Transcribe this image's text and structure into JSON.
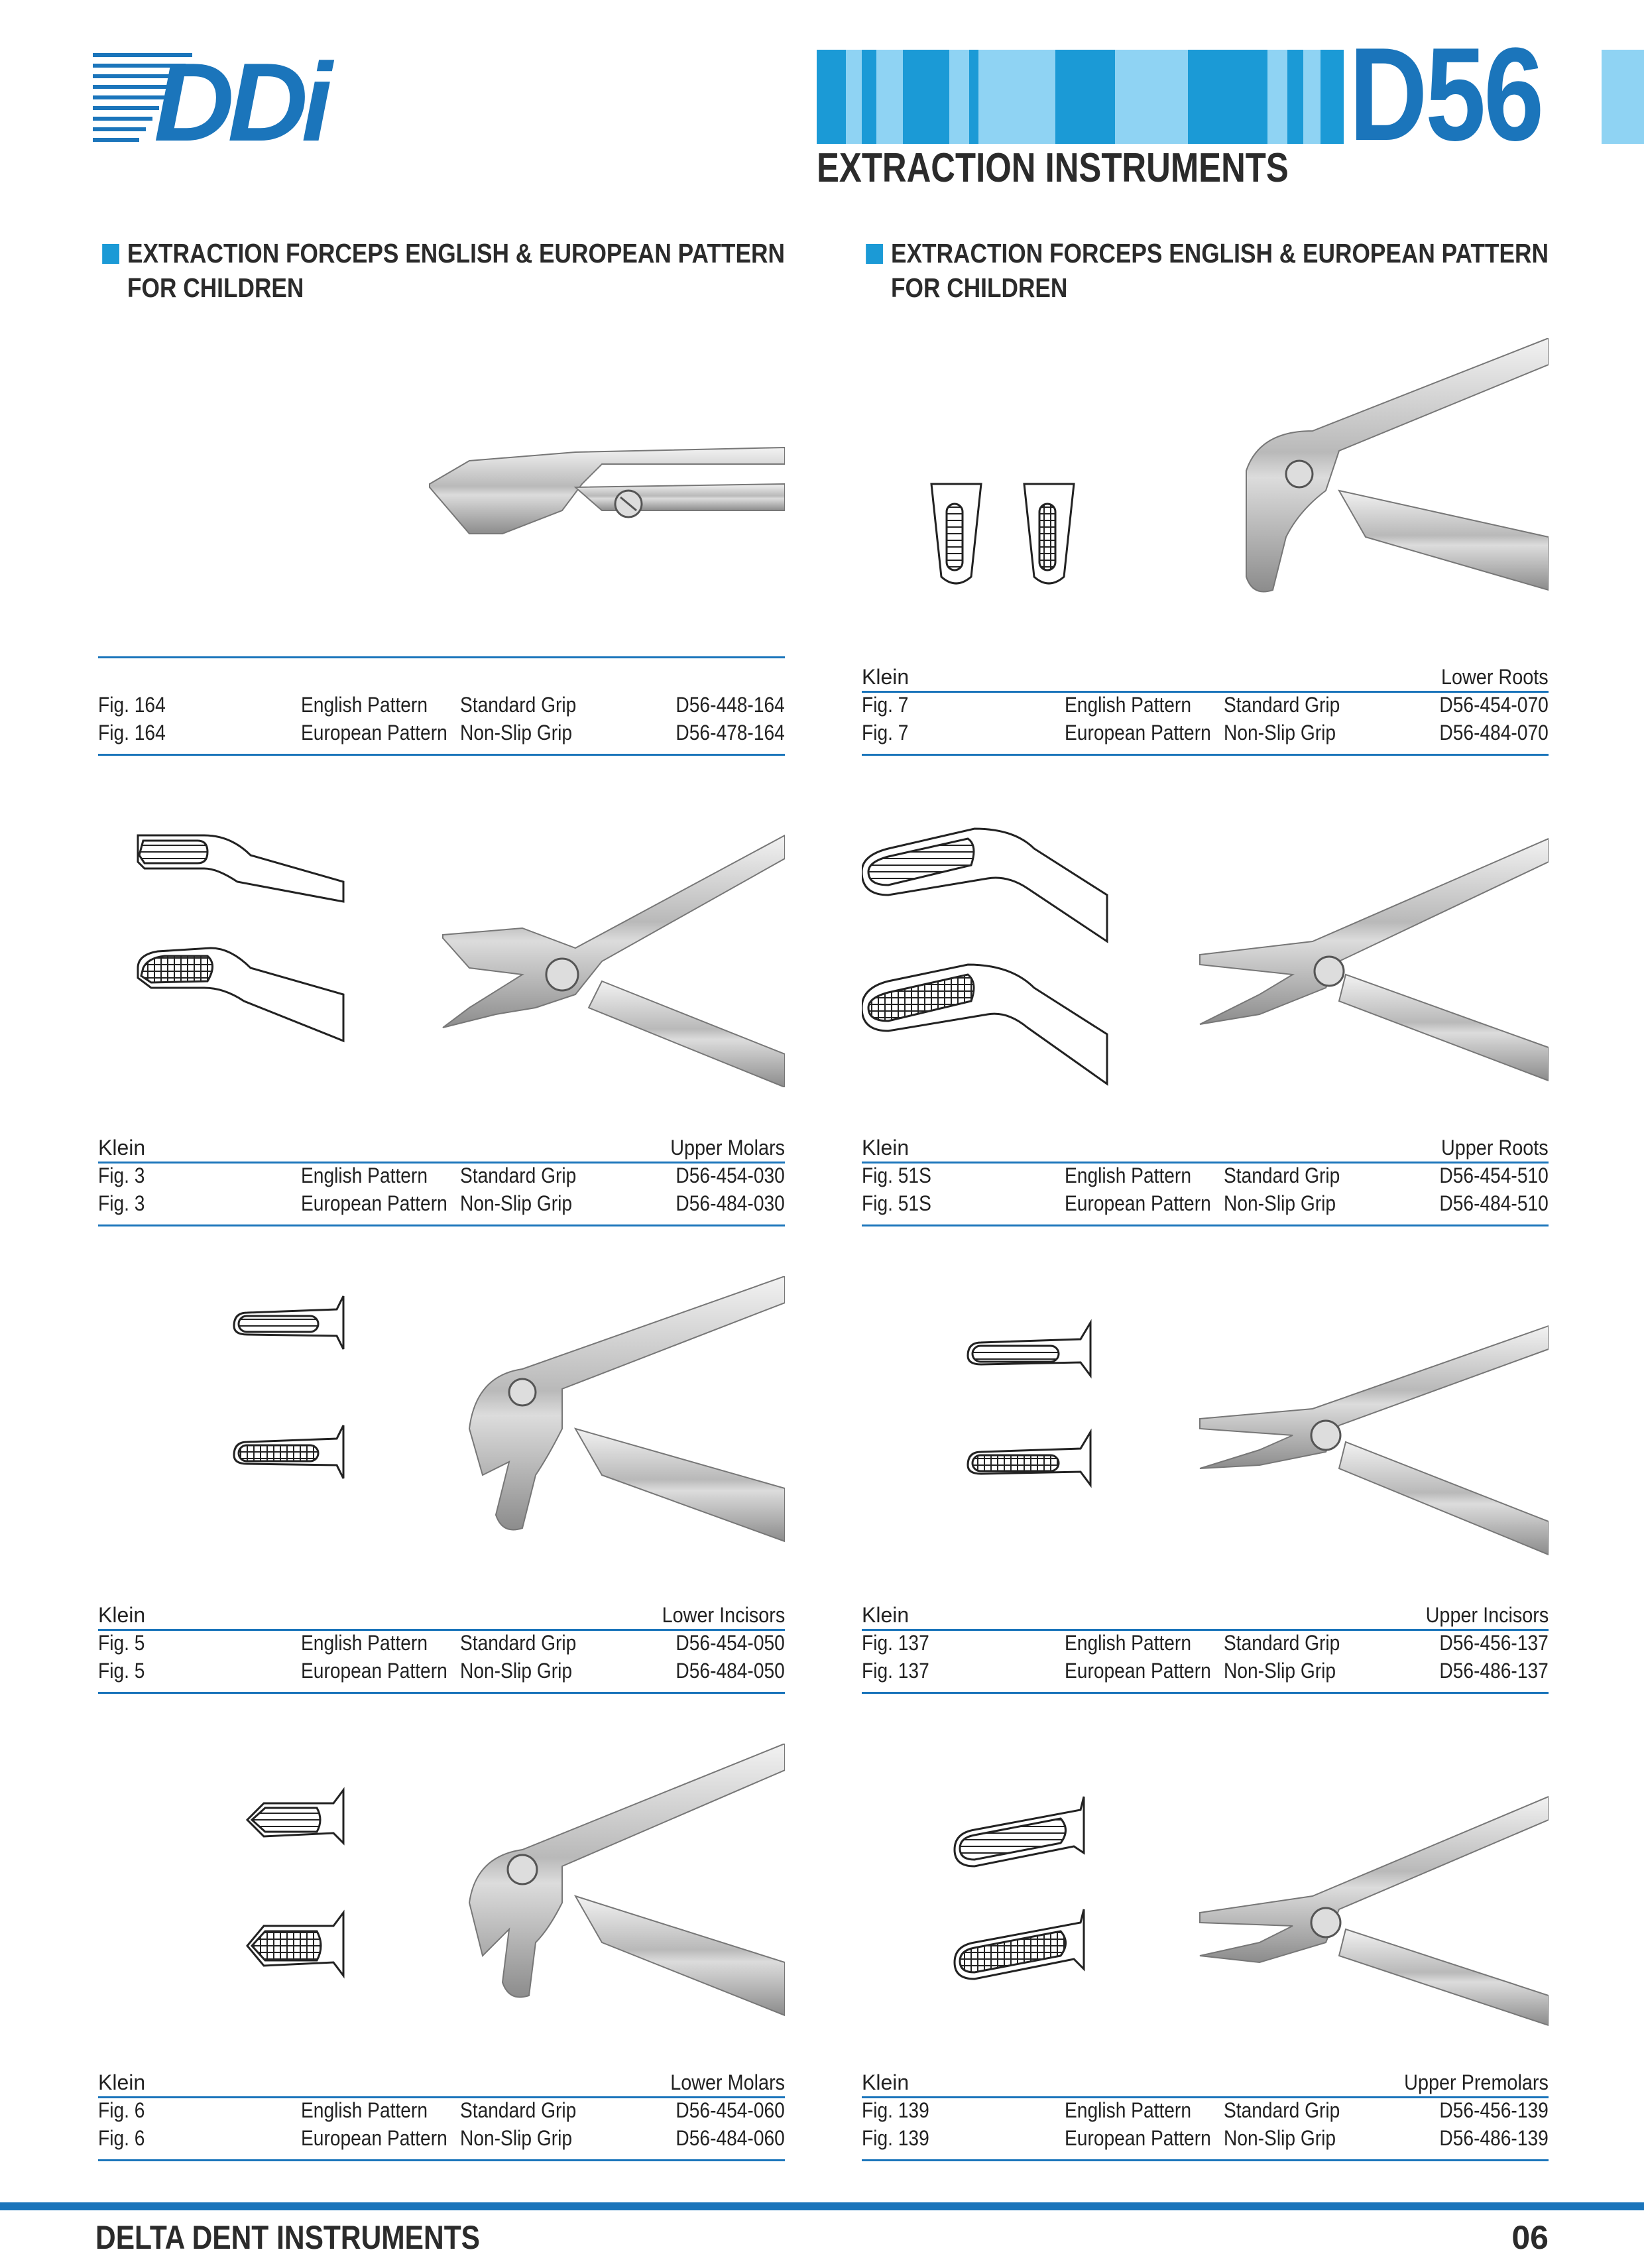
{
  "header": {
    "logo_text": "DDi",
    "catalog_code": "D56",
    "subtitle": "EXTRACTION INSTRUMENTS",
    "band_colors": [
      "#1b9ad6",
      "#8fd3f3",
      "#1b75bb"
    ]
  },
  "sections": [
    {
      "title_line1": "EXTRACTION FORCEPS ENGLISH & EUROPEAN PATTERN",
      "title_line2": "FOR CHILDREN"
    },
    {
      "title_line1": "EXTRACTION FORCEPS ENGLISH & EUROPEAN PATTERN",
      "title_line2": "FOR CHILDREN"
    }
  ],
  "products": [
    {
      "name": "",
      "use": "",
      "rows": [
        {
          "fig": "Fig. 164",
          "pattern": "English Pattern",
          "grip": "Standard Grip",
          "code": "D56-448-164"
        },
        {
          "fig": "Fig. 164",
          "pattern": "European Pattern",
          "grip": "Non-Slip Grip",
          "code": "D56-478-164"
        }
      ]
    },
    {
      "name": "Klein",
      "use": "Lower Roots",
      "rows": [
        {
          "fig": "Fig. 7",
          "pattern": "English Pattern",
          "grip": "Standard Grip",
          "code": "D56-454-070"
        },
        {
          "fig": "Fig. 7",
          "pattern": "European Pattern",
          "grip": "Non-Slip Grip",
          "code": "D56-484-070"
        }
      ]
    },
    {
      "name": "Klein",
      "use": "Upper Molars",
      "rows": [
        {
          "fig": "Fig. 3",
          "pattern": "English Pattern",
          "grip": "Standard Grip",
          "code": "D56-454-030"
        },
        {
          "fig": "Fig. 3",
          "pattern": "European Pattern",
          "grip": "Non-Slip Grip",
          "code": "D56-484-030"
        }
      ]
    },
    {
      "name": "Klein",
      "use": "Upper Roots",
      "rows": [
        {
          "fig": "Fig. 51S",
          "pattern": "English Pattern",
          "grip": "Standard Grip",
          "code": "D56-454-510"
        },
        {
          "fig": "Fig. 51S",
          "pattern": "European Pattern",
          "grip": "Non-Slip Grip",
          "code": "D56-484-510"
        }
      ]
    },
    {
      "name": "Klein",
      "use": "Lower Incisors",
      "rows": [
        {
          "fig": "Fig. 5",
          "pattern": "English Pattern",
          "grip": "Standard Grip",
          "code": "D56-454-050"
        },
        {
          "fig": "Fig. 5",
          "pattern": "European Pattern",
          "grip": "Non-Slip Grip",
          "code": "D56-484-050"
        }
      ]
    },
    {
      "name": "Klein",
      "use": "Upper Incisors",
      "rows": [
        {
          "fig": "Fig. 137",
          "pattern": "English Pattern",
          "grip": "Standard Grip",
          "code": "D56-456-137"
        },
        {
          "fig": "Fig. 137",
          "pattern": "European Pattern",
          "grip": "Non-Slip Grip",
          "code": "D56-486-137"
        }
      ]
    },
    {
      "name": "Klein",
      "use": "Lower Molars",
      "rows": [
        {
          "fig": "Fig. 6",
          "pattern": "English Pattern",
          "grip": "Standard Grip",
          "code": "D56-454-060"
        },
        {
          "fig": "Fig. 6",
          "pattern": "European Pattern",
          "grip": "Non-Slip Grip",
          "code": "D56-484-060"
        }
      ]
    },
    {
      "name": "Klein",
      "use": "Upper Premolars",
      "rows": [
        {
          "fig": "Fig. 139",
          "pattern": "English Pattern",
          "grip": "Standard Grip",
          "code": "D56-456-139"
        },
        {
          "fig": "Fig. 139",
          "pattern": "European Pattern",
          "grip": "Non-Slip Grip",
          "code": "D56-486-139"
        }
      ]
    }
  ],
  "footer": {
    "company": "DELTA DENT INSTRUMENTS",
    "page_number": "06",
    "rule_color": "#1b75bb"
  }
}
